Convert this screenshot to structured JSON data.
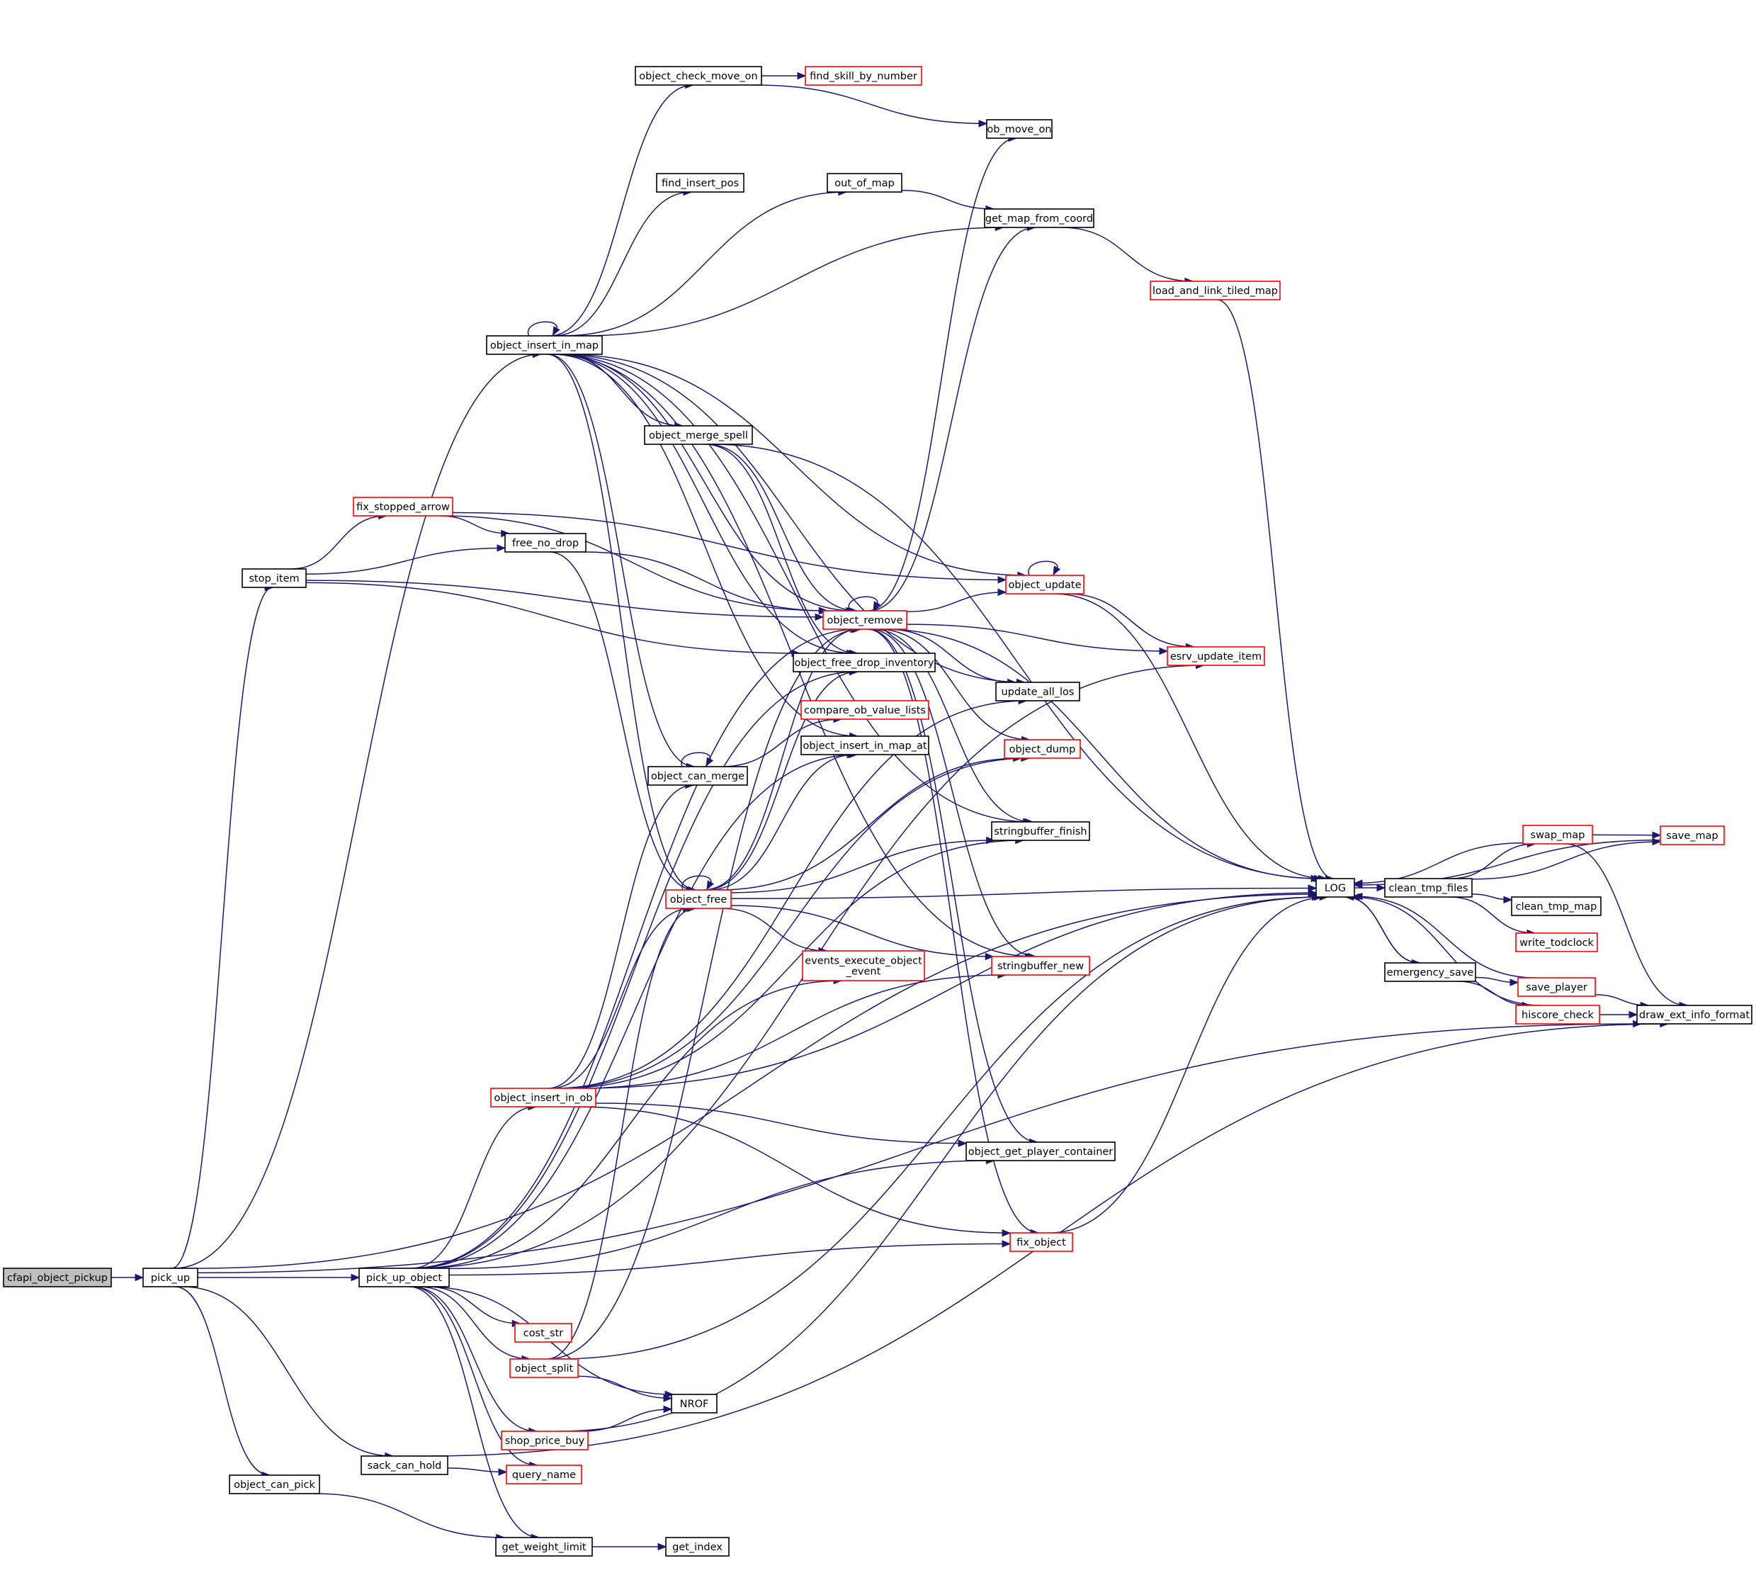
{
  "colors": {
    "edge": "#191970",
    "red_border": "#ff0000",
    "root_fill": "#bfbfbf"
  },
  "nodes": [
    {
      "id": "cfapi_object_pickup",
      "label": "cfapi_object_pickup",
      "style": "root"
    },
    {
      "id": "pick_up",
      "label": "pick_up",
      "style": "normal"
    },
    {
      "id": "pick_up_object",
      "label": "pick_up_object",
      "style": "normal"
    },
    {
      "id": "stop_item",
      "label": "stop_item",
      "style": "normal"
    },
    {
      "id": "object_can_pick",
      "label": "object_can_pick",
      "style": "normal"
    },
    {
      "id": "sack_can_hold",
      "label": "sack_can_hold",
      "style": "normal"
    },
    {
      "id": "fix_stopped_arrow",
      "label": "fix_stopped_arrow",
      "style": "red"
    },
    {
      "id": "free_no_drop",
      "label": "free_no_drop",
      "style": "normal"
    },
    {
      "id": "object_insert_in_map",
      "label": "object_insert_in_map",
      "style": "normal"
    },
    {
      "id": "object_check_move_on",
      "label": "object_check_move_on",
      "style": "normal"
    },
    {
      "id": "find_skill_by_number",
      "label": "find_skill_by_number",
      "style": "red"
    },
    {
      "id": "ob_move_on",
      "label": "ob_move_on",
      "style": "normal"
    },
    {
      "id": "find_insert_pos",
      "label": "find_insert_pos",
      "style": "normal"
    },
    {
      "id": "out_of_map",
      "label": "out_of_map",
      "style": "normal"
    },
    {
      "id": "get_map_from_coord",
      "label": "get_map_from_coord",
      "style": "normal"
    },
    {
      "id": "load_and_link_tiled_map",
      "label": "load_and_link_tiled_map",
      "style": "red"
    },
    {
      "id": "object_merge_spell",
      "label": "object_merge_spell",
      "style": "normal"
    },
    {
      "id": "object_update",
      "label": "object_update",
      "style": "red"
    },
    {
      "id": "object_remove",
      "label": "object_remove",
      "style": "red"
    },
    {
      "id": "esrv_update_item",
      "label": "esrv_update_item",
      "style": "red"
    },
    {
      "id": "object_free_drop_inventory",
      "label": "object_free_drop_inventory",
      "style": "normal"
    },
    {
      "id": "update_all_los",
      "label": "update_all_los",
      "style": "normal"
    },
    {
      "id": "compare_ob_value_lists",
      "label": "compare_ob_value_lists",
      "style": "red"
    },
    {
      "id": "object_insert_in_map_at",
      "label": "object_insert_in_map_at",
      "style": "normal"
    },
    {
      "id": "object_dump",
      "label": "object_dump",
      "style": "red"
    },
    {
      "id": "object_can_merge",
      "label": "object_can_merge",
      "style": "normal"
    },
    {
      "id": "stringbuffer_finish",
      "label": "stringbuffer_finish",
      "style": "normal"
    },
    {
      "id": "object_free",
      "label": "object_free",
      "style": "red"
    },
    {
      "id": "events_execute_object_event",
      "label": "events_execute_object\n_event",
      "style": "red"
    },
    {
      "id": "stringbuffer_new",
      "label": "stringbuffer_new",
      "style": "red"
    },
    {
      "id": "object_insert_in_ob",
      "label": "object_insert_in_ob",
      "style": "red"
    },
    {
      "id": "object_get_player_container",
      "label": "object_get_player_container",
      "style": "normal"
    },
    {
      "id": "fix_object",
      "label": "fix_object",
      "style": "red"
    },
    {
      "id": "cost_str",
      "label": "cost_str",
      "style": "red"
    },
    {
      "id": "object_split",
      "label": "object_split",
      "style": "red"
    },
    {
      "id": "NROF",
      "label": "NROF",
      "style": "normal"
    },
    {
      "id": "shop_price_buy",
      "label": "shop_price_buy",
      "style": "red"
    },
    {
      "id": "query_name",
      "label": "query_name",
      "style": "red"
    },
    {
      "id": "get_weight_limit",
      "label": "get_weight_limit",
      "style": "normal"
    },
    {
      "id": "get_index",
      "label": "get_index",
      "style": "normal"
    },
    {
      "id": "LOG",
      "label": "LOG",
      "style": "normal"
    },
    {
      "id": "clean_tmp_files",
      "label": "clean_tmp_files",
      "style": "normal"
    },
    {
      "id": "clean_tmp_map",
      "label": "clean_tmp_map",
      "style": "normal"
    },
    {
      "id": "write_todclock",
      "label": "write_todclock",
      "style": "red"
    },
    {
      "id": "swap_map",
      "label": "swap_map",
      "style": "red"
    },
    {
      "id": "save_map",
      "label": "save_map",
      "style": "red"
    },
    {
      "id": "emergency_save",
      "label": "emergency_save",
      "style": "normal"
    },
    {
      "id": "save_player",
      "label": "save_player",
      "style": "red"
    },
    {
      "id": "hiscore_check",
      "label": "hiscore_check",
      "style": "red"
    },
    {
      "id": "draw_ext_info_format",
      "label": "draw_ext_info_format",
      "style": "normal"
    }
  ],
  "edges": [
    [
      "cfapi_object_pickup",
      "pick_up"
    ],
    [
      "pick_up",
      "pick_up_object"
    ],
    [
      "pick_up",
      "stop_item"
    ],
    [
      "pick_up",
      "object_insert_in_map"
    ],
    [
      "pick_up",
      "LOG"
    ],
    [
      "pick_up",
      "object_can_pick"
    ],
    [
      "pick_up",
      "sack_can_hold"
    ],
    [
      "pick_up",
      "draw_ext_info_format"
    ],
    [
      "stop_item",
      "fix_stopped_arrow"
    ],
    [
      "stop_item",
      "free_no_drop"
    ],
    [
      "stop_item",
      "object_remove"
    ],
    [
      "stop_item",
      "object_free_drop_inventory"
    ],
    [
      "fix_stopped_arrow",
      "free_no_drop"
    ],
    [
      "fix_stopped_arrow",
      "object_remove"
    ],
    [
      "fix_stopped_arrow",
      "object_update"
    ],
    [
      "free_no_drop",
      "object_remove"
    ],
    [
      "free_no_drop",
      "object_free"
    ],
    [
      "object_insert_in_map",
      "object_insert_in_map"
    ],
    [
      "object_insert_in_map",
      "object_check_move_on"
    ],
    [
      "object_insert_in_map",
      "get_map_from_coord"
    ],
    [
      "object_insert_in_map",
      "find_insert_pos"
    ],
    [
      "object_insert_in_map",
      "out_of_map"
    ],
    [
      "object_insert_in_map",
      "object_update"
    ],
    [
      "object_insert_in_map",
      "update_all_los"
    ],
    [
      "object_insert_in_map",
      "object_merge_spell"
    ],
    [
      "object_insert_in_map",
      "object_remove"
    ],
    [
      "object_insert_in_map",
      "object_free_drop_inventory"
    ],
    [
      "object_insert_in_map",
      "object_insert_in_map_at"
    ],
    [
      "object_insert_in_map",
      "object_can_merge"
    ],
    [
      "object_insert_in_map",
      "object_free"
    ],
    [
      "object_insert_in_map",
      "stringbuffer_finish"
    ],
    [
      "object_insert_in_map",
      "stringbuffer_new"
    ],
    [
      "object_check_move_on",
      "find_skill_by_number"
    ],
    [
      "object_check_move_on",
      "ob_move_on"
    ],
    [
      "out_of_map",
      "get_map_from_coord"
    ],
    [
      "get_map_from_coord",
      "load_and_link_tiled_map"
    ],
    [
      "load_and_link_tiled_map",
      "LOG"
    ],
    [
      "object_merge_spell",
      "LOG"
    ],
    [
      "object_merge_spell",
      "object_remove"
    ],
    [
      "object_merge_spell",
      "object_free_drop_inventory"
    ],
    [
      "object_update",
      "object_update"
    ],
    [
      "object_update",
      "esrv_update_item"
    ],
    [
      "object_update",
      "LOG"
    ],
    [
      "object_remove",
      "object_remove"
    ],
    [
      "object_remove",
      "ob_move_on"
    ],
    [
      "object_remove",
      "get_map_from_coord"
    ],
    [
      "object_remove",
      "object_update"
    ],
    [
      "object_remove",
      "esrv_update_item"
    ],
    [
      "object_remove",
      "LOG"
    ],
    [
      "object_remove",
      "update_all_los"
    ],
    [
      "object_remove",
      "object_dump"
    ],
    [
      "object_remove",
      "stringbuffer_finish"
    ],
    [
      "object_remove",
      "stringbuffer_new"
    ],
    [
      "object_remove",
      "object_get_player_container"
    ],
    [
      "object_remove",
      "fix_object"
    ],
    [
      "object_can_merge",
      "object_can_merge"
    ],
    [
      "object_can_merge",
      "compare_ob_value_lists"
    ],
    [
      "object_free",
      "object_free"
    ],
    [
      "object_free",
      "object_remove"
    ],
    [
      "object_free",
      "object_free_drop_inventory"
    ],
    [
      "object_free",
      "object_insert_in_map_at"
    ],
    [
      "object_free",
      "object_dump"
    ],
    [
      "object_free",
      "stringbuffer_finish"
    ],
    [
      "object_free",
      "LOG"
    ],
    [
      "object_free",
      "events_execute_object_event"
    ],
    [
      "object_free",
      "stringbuffer_new"
    ],
    [
      "object_insert_in_ob",
      "object_can_merge"
    ],
    [
      "object_insert_in_ob",
      "object_free"
    ],
    [
      "object_insert_in_ob",
      "update_all_los"
    ],
    [
      "object_insert_in_ob",
      "object_dump"
    ],
    [
      "object_insert_in_ob",
      "stringbuffer_finish"
    ],
    [
      "object_insert_in_ob",
      "stringbuffer_new"
    ],
    [
      "object_insert_in_ob",
      "object_get_player_container"
    ],
    [
      "object_insert_in_ob",
      "fix_object"
    ],
    [
      "object_insert_in_ob",
      "LOG"
    ],
    [
      "fix_object",
      "LOG"
    ],
    [
      "pick_up_object",
      "object_remove"
    ],
    [
      "pick_up_object",
      "object_free_drop_inventory"
    ],
    [
      "pick_up_object",
      "object_insert_in_map_at"
    ],
    [
      "pick_up_object",
      "events_execute_object_event"
    ],
    [
      "pick_up_object",
      "object_insert_in_ob"
    ],
    [
      "pick_up_object",
      "esrv_update_item"
    ],
    [
      "pick_up_object",
      "object_get_player_container"
    ],
    [
      "pick_up_object",
      "fix_object"
    ],
    [
      "pick_up_object",
      "cost_str"
    ],
    [
      "pick_up_object",
      "object_split"
    ],
    [
      "pick_up_object",
      "NROF"
    ],
    [
      "pick_up_object",
      "shop_price_buy"
    ],
    [
      "pick_up_object",
      "query_name"
    ],
    [
      "pick_up_object",
      "get_weight_limit"
    ],
    [
      "object_split",
      "object_free"
    ],
    [
      "object_split",
      "object_remove"
    ],
    [
      "object_split",
      "LOG"
    ],
    [
      "object_split",
      "NROF"
    ],
    [
      "shop_price_buy",
      "NROF"
    ],
    [
      "shop_price_buy",
      "LOG"
    ],
    [
      "sack_can_hold",
      "query_name"
    ],
    [
      "sack_can_hold",
      "draw_ext_info_format"
    ],
    [
      "object_can_pick",
      "get_weight_limit"
    ],
    [
      "get_weight_limit",
      "get_index"
    ],
    [
      "LOG",
      "clean_tmp_files"
    ],
    [
      "LOG",
      "emergency_save"
    ],
    [
      "clean_tmp_files",
      "swap_map"
    ],
    [
      "clean_tmp_files",
      "save_map"
    ],
    [
      "clean_tmp_files",
      "clean_tmp_map"
    ],
    [
      "clean_tmp_files",
      "write_todclock"
    ],
    [
      "swap_map",
      "LOG"
    ],
    [
      "swap_map",
      "save_map"
    ],
    [
      "swap_map",
      "draw_ext_info_format"
    ],
    [
      "save_map",
      "LOG"
    ],
    [
      "emergency_save",
      "LOG"
    ],
    [
      "emergency_save",
      "save_player"
    ],
    [
      "emergency_save",
      "hiscore_check"
    ],
    [
      "save_player",
      "LOG"
    ],
    [
      "save_player",
      "draw_ext_info_format"
    ],
    [
      "hiscore_check",
      "LOG"
    ],
    [
      "hiscore_check",
      "draw_ext_info_format"
    ]
  ]
}
